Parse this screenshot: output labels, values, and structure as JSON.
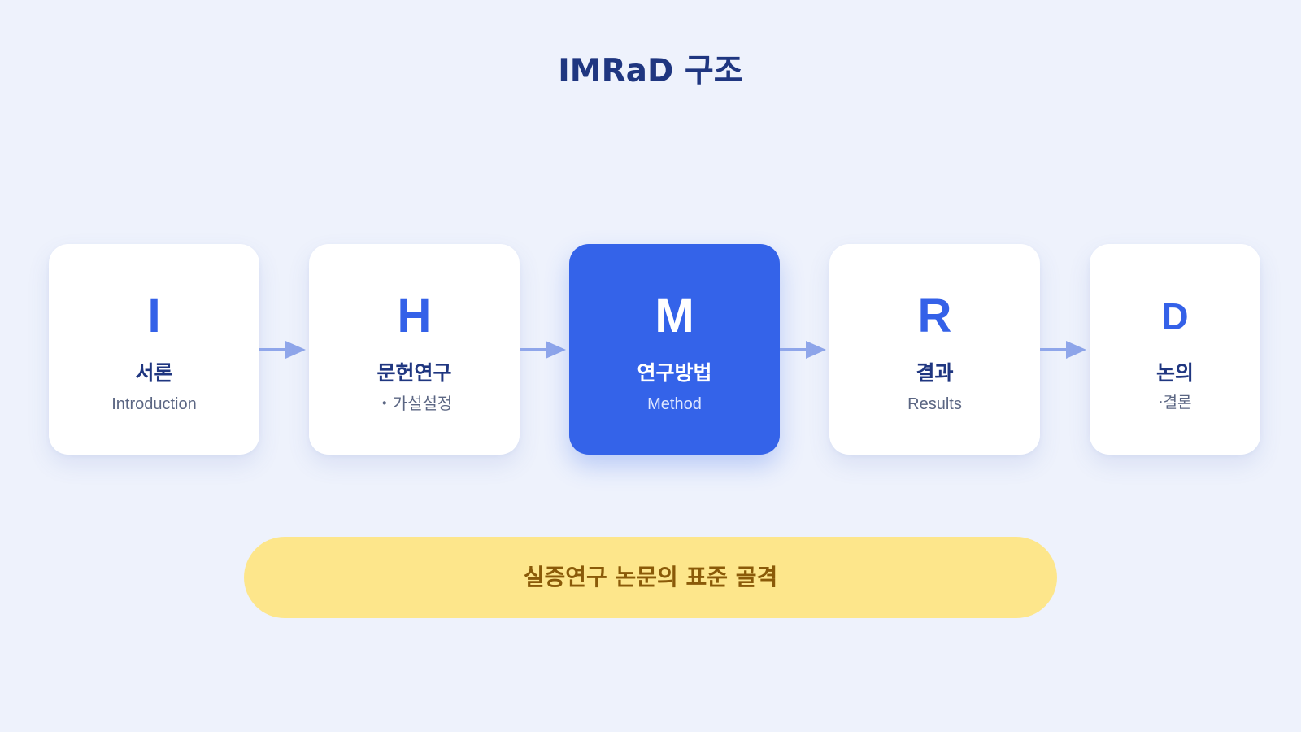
{
  "title": "IMRaD 구조",
  "steps": [
    {
      "letter": "I",
      "ko": "서론",
      "en": "Introduction"
    },
    {
      "letter": "H",
      "ko": "문헌연구",
      "en": "・가설설정"
    },
    {
      "letter": "M",
      "ko": "연구방법",
      "en": "Method"
    },
    {
      "letter": "R",
      "ko": "결과",
      "en": "Results"
    },
    {
      "letter": "D",
      "ko": "논의",
      "en": "·결론"
    }
  ],
  "highlighted_step": "M",
  "footer": "실증연구 논문의 표준 골격",
  "colors": {
    "background": "#eef2fc",
    "accent": "#3463e9",
    "title": "#1f3680",
    "arrow": "#8fa6ea",
    "footer_bg": "#fde68b",
    "footer_text": "#8a5a08"
  },
  "icons": [
    "arrow-right-icon"
  ]
}
